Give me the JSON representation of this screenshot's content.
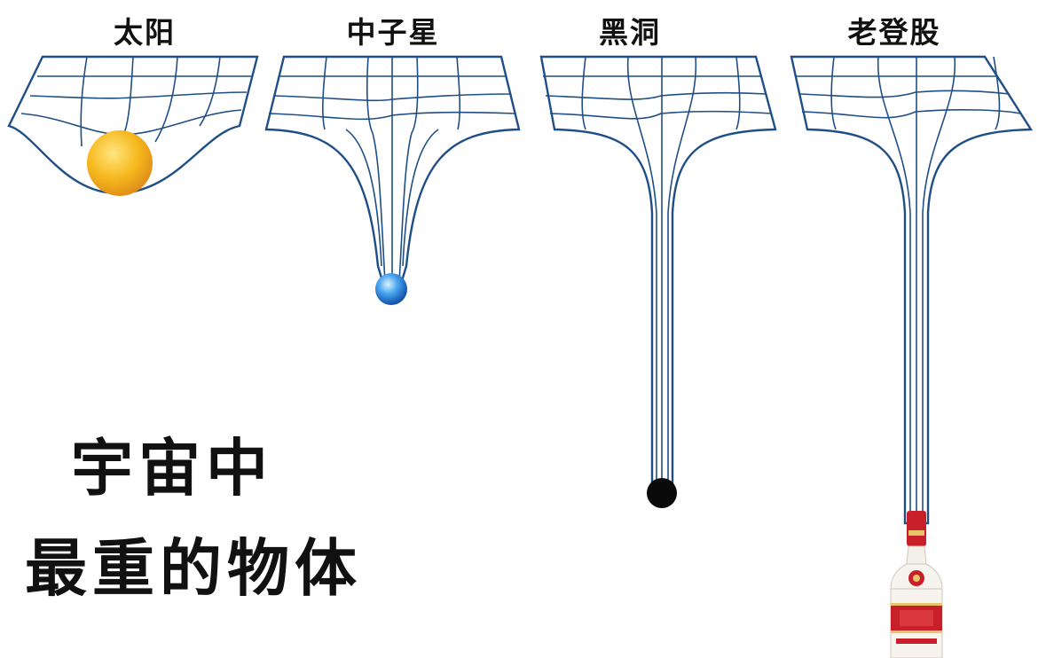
{
  "panels": [
    {
      "title": "太阳",
      "object": "sun"
    },
    {
      "title": "中子星",
      "object": "neutron-star"
    },
    {
      "title": "黑洞",
      "object": "black-hole"
    },
    {
      "title": "老登股",
      "object": "baijiu-bottle"
    }
  ],
  "headline": {
    "line1": "宇宙中",
    "line2": "最重的物体"
  },
  "colors": {
    "grid": "#1f4f86",
    "sun": "#f6b81c",
    "neutron_star": "#2b8be0",
    "black_hole": "#0a0a0a",
    "bottle_red": "#c8202a"
  }
}
